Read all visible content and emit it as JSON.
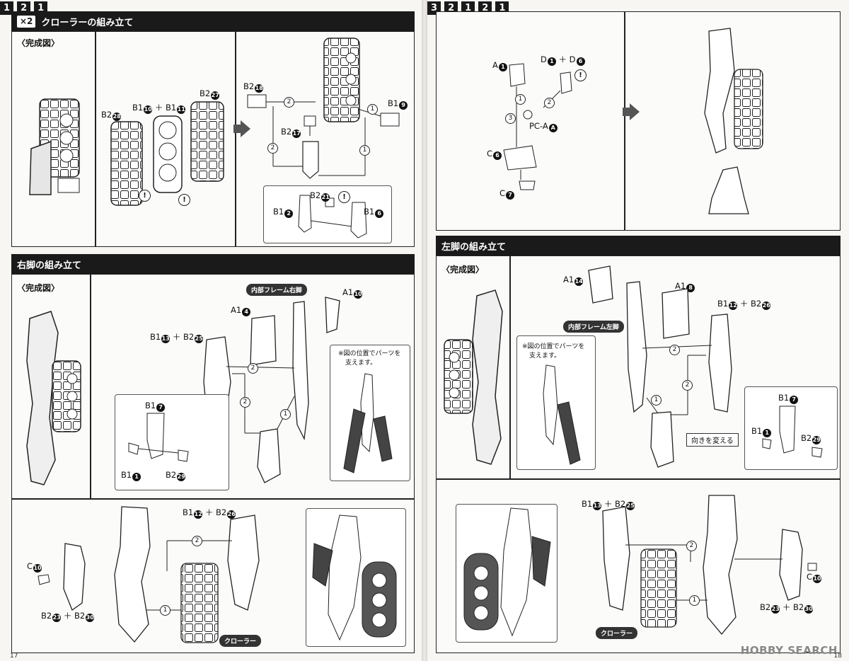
{
  "left": {
    "crawler": {
      "multiplier": "×2",
      "title": "クローラーの組み立て",
      "completed": "〈完成図〉",
      "labels": {
        "b2_28": "B2",
        "b2_28n": "28",
        "b1_10": "B1",
        "b1_10n": "10",
        "b1_11": "B1",
        "b1_11n": "11",
        "b2_27": "B2",
        "b2_27n": "27",
        "b2_18": "B2",
        "b2_18n": "18",
        "b1_9": "B1",
        "b1_9n": "9",
        "b2_17": "B2",
        "b2_17n": "17",
        "b2_21": "B2",
        "b2_21n": "21",
        "b1_2": "B1",
        "b1_2n": "2",
        "b1_6": "B1",
        "b1_6n": "6",
        "plus": "＋"
      }
    },
    "right_leg": {
      "title": "右脚の組み立て",
      "completed": "〈完成図〉",
      "step1": "1",
      "step2": "2",
      "frame_tag": "内部フレーム右脚",
      "note": [
        "※図の位置でパーツを",
        "支えます。"
      ],
      "labels": {
        "a1_10": "A1",
        "a1_10n": "10",
        "a1_4": "A1",
        "a1_4n": "4",
        "b1_13": "B1",
        "b1_13n": "13",
        "b2_25": "B2",
        "b2_25n": "25",
        "b1_7": "B1",
        "b1_7n": "7",
        "b1_1": "B1",
        "b1_1n": "1",
        "b2_29": "B2",
        "b2_29n": "29",
        "b1_12": "B1",
        "b1_12n": "12",
        "b2_26": "B2",
        "b2_26n": "26",
        "c_10": "C",
        "c_10n": "10",
        "b2_23": "B2",
        "b2_23n": "23",
        "b2_30": "B2",
        "b2_30n": "30",
        "ref1": "1",
        "plus": "＋"
      },
      "crawler_tag": "クローラー"
    },
    "page_number": "17"
  },
  "right": {
    "step3": {
      "num": "3",
      "num2": "2",
      "labels": {
        "a1": "A",
        "a1n": "1",
        "d1": "D",
        "d1n": "1",
        "d6": "D",
        "d6n": "6",
        "pca": "PC-A",
        "pcan": "A",
        "c6": "C",
        "c6n": "6",
        "c7": "C",
        "c7n": "7",
        "plus": "＋"
      }
    },
    "left_leg": {
      "title": "左脚の組み立て",
      "completed": "〈完成図〉",
      "step1": "1",
      "step2": "2",
      "frame_tag": "内部フレーム左脚",
      "note": [
        "※図の位置でパーツを",
        "支えます。"
      ],
      "turn_label": "向きを変える",
      "labels": {
        "a1_14": "A1",
        "a1_14n": "14",
        "a1_8": "A1",
        "a1_8n": "8",
        "b1_12": "B1",
        "b1_12n": "12",
        "b2_26": "B2",
        "b2_26n": "26",
        "b1_7": "B1",
        "b1_7n": "7",
        "b1_1": "B1",
        "b1_1n": "1",
        "b2_29": "B2",
        "b2_29n": "29",
        "b1_13": "B1",
        "b1_13n": "13",
        "b2_25": "B2",
        "b2_25n": "25",
        "c_10": "C",
        "c_10n": "10",
        "b2_23": "B2",
        "b2_23n": "23",
        "b2_30": "B2",
        "b2_30n": "30",
        "ref1": "1",
        "plus": "＋"
      },
      "crawler_tag": "クローラー"
    },
    "page_number": "18",
    "watermark": "HOBBY SEARCH"
  }
}
